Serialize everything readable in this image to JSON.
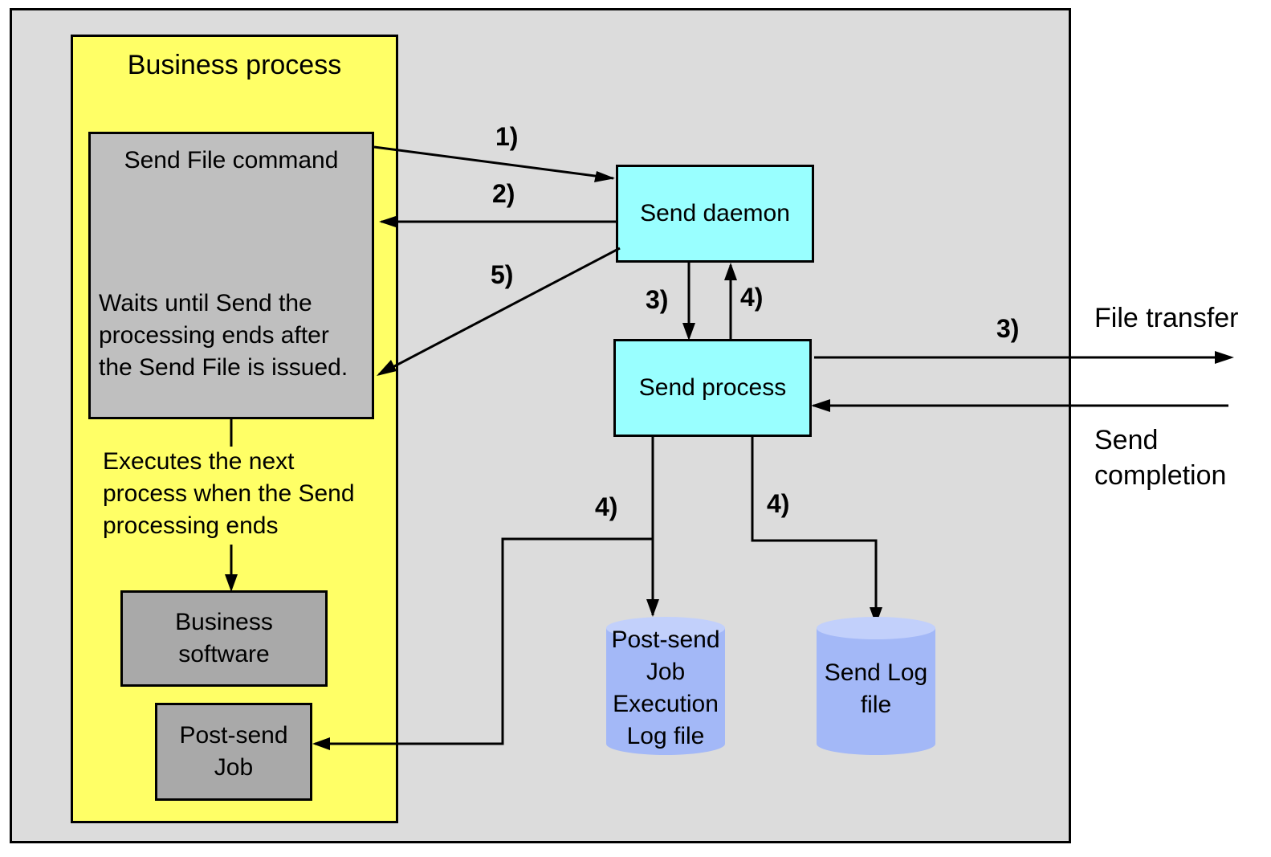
{
  "business_process": {
    "title": "Business process",
    "send_file_command": {
      "title": "Send File command",
      "wait_lines": [
        "Waits until Send the",
        "processing ends after",
        "the Send File is issued."
      ]
    },
    "next_process_lines": [
      "Executes the next",
      "process when the Send",
      "processing ends"
    ],
    "business_software_lines": [
      "Business",
      "software"
    ],
    "post_send_job_lines": [
      "Post-send",
      "Job"
    ]
  },
  "send_daemon": {
    "label": "Send daemon"
  },
  "send_process": {
    "label": "Send process"
  },
  "post_send_log": {
    "lines": [
      "Post-send",
      "Job",
      "Execution",
      "Log file"
    ]
  },
  "send_log": {
    "lines": [
      "Send Log",
      "file"
    ]
  },
  "external": {
    "file_transfer": "File transfer",
    "send_completion_lines": [
      "Send",
      "completion"
    ]
  },
  "steps": {
    "s1": "1)",
    "s2": "2)",
    "s3_down": "3)",
    "s4_up": "4)",
    "s3_transfer": "3)",
    "s5": "5)",
    "s4_left": "4)",
    "s4_right": "4)"
  },
  "colors": {
    "background_gray": "#dcdcdc",
    "business_yellow": "#ffff66",
    "command_gray": "#bfbfbf",
    "software_gray": "#a9a9a9",
    "process_cyan": "#99ffff",
    "log_blue": "#a3b8f7"
  }
}
